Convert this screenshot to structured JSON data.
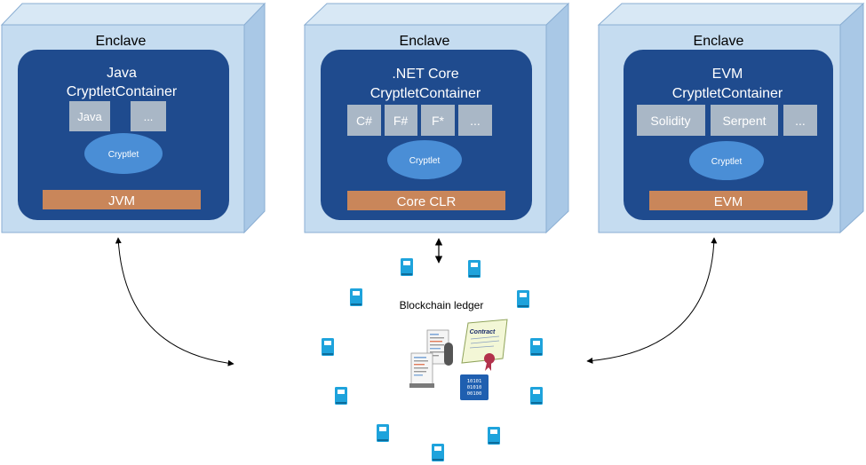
{
  "enclaves": [
    {
      "title": "Enclave",
      "container_line1": "Java",
      "container_line2": "CryptletContainer",
      "languages": [
        "Java",
        "..."
      ],
      "cryptlet": "Cryptlet",
      "runtime": "JVM"
    },
    {
      "title": "Enclave",
      "container_line1": ".NET Core",
      "container_line2": "CryptletContainer",
      "languages": [
        "C#",
        "F#",
        "F*",
        "..."
      ],
      "cryptlet": "Cryptlet",
      "runtime": "Core CLR"
    },
    {
      "title": "Enclave",
      "container_line1": "EVM",
      "container_line2": "CryptletContainer",
      "languages": [
        "Solidity",
        "Serpent",
        "..."
      ],
      "cryptlet": "Cryptlet",
      "runtime": "EVM"
    }
  ],
  "ledger": {
    "label": "Blockchain ledger",
    "contract_label": "Contract",
    "binary_lines": [
      "10101",
      "01010",
      "00100"
    ]
  },
  "colors": {
    "enclave_front": "#c5dcf0",
    "enclave_side": "#a9c8e6",
    "enclave_top": "#d8e8f5",
    "enclave_edge": "#8aaed3",
    "container": "#1f4b8e",
    "language_box": "#a9b7c6",
    "cryptlet": "#4a8ed6",
    "runtime": "#c9865a",
    "book": "#1ea3dc"
  }
}
